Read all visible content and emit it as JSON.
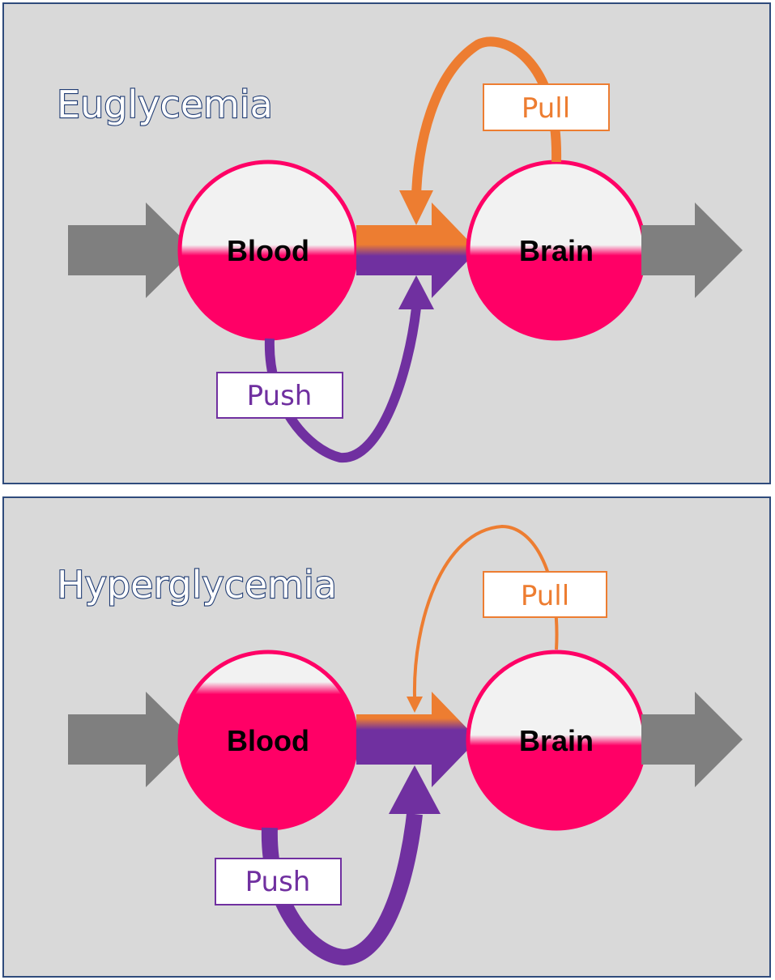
{
  "panels": [
    {
      "title": "Euglycemia",
      "nodes": {
        "blood": "Blood",
        "brain": "Brain"
      },
      "labels": {
        "pull": "Pull",
        "push": "Push"
      },
      "blood_fill_level": 0.5,
      "brain_fill_level": 0.5
    },
    {
      "title": "Hyperglycemia",
      "nodes": {
        "blood": "Blood",
        "brain": "Brain"
      },
      "labels": {
        "pull": "Pull",
        "push": "Push"
      },
      "blood_fill_level": 0.8,
      "brain_fill_level": 0.5
    }
  ],
  "colors": {
    "panel_bg": "#d9d9d9",
    "panel_border": "#2f4b7c",
    "glucose": "#ff0066",
    "empty": "#f2f2f2",
    "flow_arrow": "#7f7f7f",
    "pull": "#ed7d31",
    "push": "#7030a0",
    "title_outline": "#1f3b73"
  }
}
